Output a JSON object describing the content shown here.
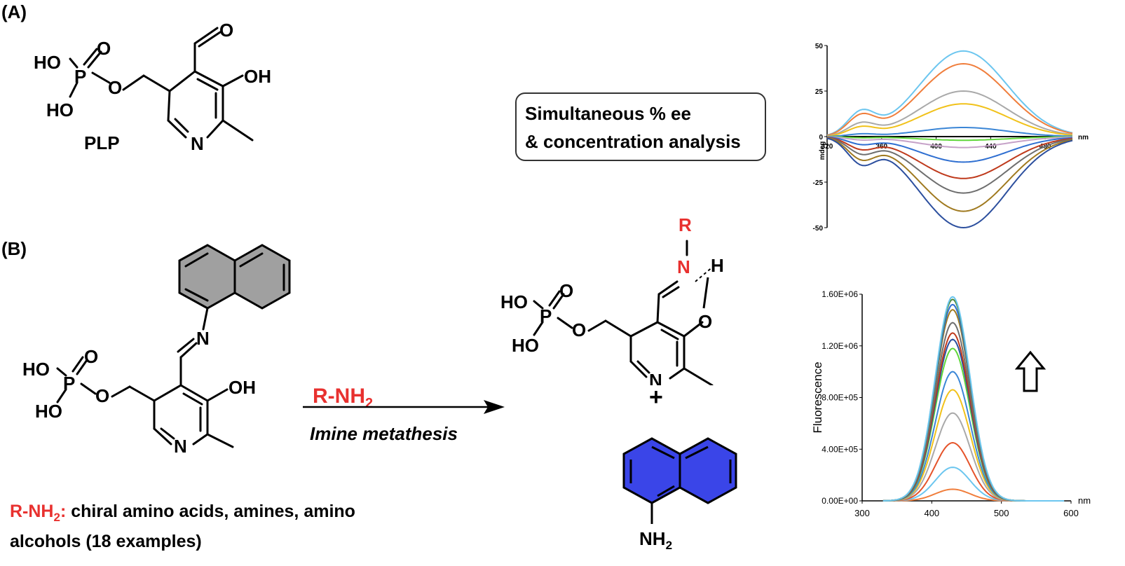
{
  "panels": {
    "a": "(A)",
    "b": "(B)"
  },
  "plp_label": "PLP",
  "callout": {
    "line1": "Simultaneous % ee",
    "line2": "& concentration analysis"
  },
  "reaction": {
    "reagent": "R-NH",
    "reagent_sub": "2",
    "condition": "Imine metathesis",
    "plus": "+"
  },
  "note": {
    "prefix": "R-NH",
    "prefix_sub": "2",
    "prefix_colon": ":",
    "text_line1": " chiral amino acids, amines, amino",
    "text_line2": "alcohols (18 examples)"
  },
  "atoms": {
    "HO": "HO",
    "OH": "OH",
    "O": "O",
    "P": "P",
    "N": "N",
    "R": "R",
    "H": "H",
    "NH": "NH",
    "sub2": "2"
  },
  "colors": {
    "accent_red": "#e8312f",
    "naphthyl_gray": "#a0a0a0",
    "naphthyl_blue": "#3a45e8"
  },
  "chart_data": [
    {
      "type": "line",
      "title": "",
      "xlabel": "nm",
      "ylabel": "mdeg",
      "x_ticks": [
        "320",
        "360",
        "400",
        "440",
        "480"
      ],
      "y_ticks": [
        "50",
        "25",
        "0",
        "-25",
        "-50"
      ],
      "xlim": [
        320,
        500
      ],
      "ylim": [
        -50,
        50
      ],
      "grid": false,
      "series": [
        {
          "color": "#6cc6ef",
          "peak_x": 420,
          "peak_y": 47
        },
        {
          "color": "#f07e3c",
          "peak_x": 420,
          "peak_y": 40
        },
        {
          "color": "#a9a9a9",
          "peak_x": 420,
          "peak_y": 25
        },
        {
          "color": "#f1c21b",
          "peak_x": 420,
          "peak_y": 18
        },
        {
          "color": "#3b86d6",
          "peak_x": 420,
          "peak_y": 5
        },
        {
          "color": "#5fd63a",
          "peak_x": 420,
          "peak_y": -2
        },
        {
          "color": "#c6a2c8",
          "peak_x": 420,
          "peak_y": -6
        },
        {
          "color": "#2f6fd1",
          "peak_x": 420,
          "peak_y": -14
        },
        {
          "color": "#bf3a1c",
          "peak_x": 420,
          "peak_y": -23
        },
        {
          "color": "#6e6e6e",
          "peak_x": 420,
          "peak_y": -31
        },
        {
          "color": "#a07a20",
          "peak_x": 420,
          "peak_y": -41
        },
        {
          "color": "#2c4f9e",
          "peak_x": 420,
          "peak_y": -50
        }
      ]
    },
    {
      "type": "line",
      "title": "",
      "xlabel": "nm",
      "ylabel": "Fluorescence",
      "x_ticks": [
        "300",
        "400",
        "500",
        "600"
      ],
      "y_ticks": [
        "0.00E+00",
        "4.00E+05",
        "8.00E+05",
        "1.20E+06",
        "1.60E+06"
      ],
      "xlim": [
        300,
        600
      ],
      "ylim": [
        0,
        1600000
      ],
      "grid": false,
      "series": [
        {
          "color": "#f07e3c",
          "peak_x": 430,
          "peak_y": 90000
        },
        {
          "color": "#6cc6ef",
          "peak_x": 430,
          "peak_y": 260000
        },
        {
          "color": "#e5532a",
          "peak_x": 430,
          "peak_y": 450000
        },
        {
          "color": "#a9a9a9",
          "peak_x": 430,
          "peak_y": 680000
        },
        {
          "color": "#f1c21b",
          "peak_x": 430,
          "peak_y": 860000
        },
        {
          "color": "#3b86d6",
          "peak_x": 430,
          "peak_y": 1000000
        },
        {
          "color": "#5fd63a",
          "peak_x": 430,
          "peak_y": 1180000
        },
        {
          "color": "#2c4f9e",
          "peak_x": 430,
          "peak_y": 1250000
        },
        {
          "color": "#bf3a1c",
          "peak_x": 430,
          "peak_y": 1300000
        },
        {
          "color": "#6e6e6e",
          "peak_x": 430,
          "peak_y": 1380000
        },
        {
          "color": "#a07a20",
          "peak_x": 430,
          "peak_y": 1480000
        },
        {
          "color": "#2f6fd1",
          "peak_x": 430,
          "peak_y": 1520000
        },
        {
          "color": "#4f8a3a",
          "peak_x": 430,
          "peak_y": 1560000
        },
        {
          "color": "#6cc6ef",
          "peak_x": 430,
          "peak_y": 1580000
        }
      ]
    }
  ]
}
